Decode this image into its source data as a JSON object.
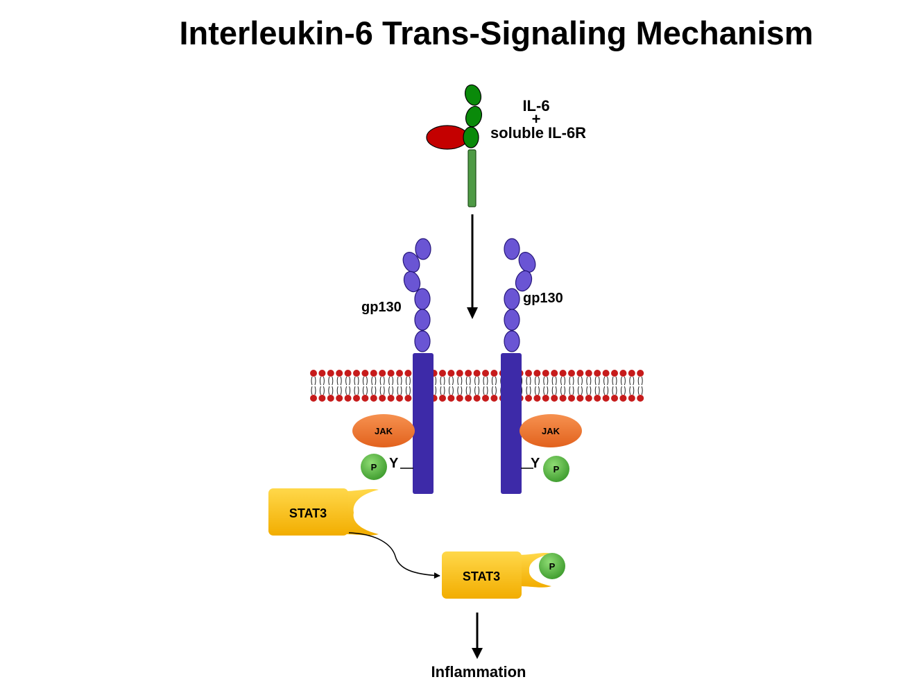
{
  "title": "Interleukin-6 Trans-Signaling Mechanism",
  "ligand": {
    "line1": "IL-6",
    "plus": "+",
    "line2": "soluble IL-6R"
  },
  "receptors": {
    "left_label": "gp130",
    "right_label": "gp130"
  },
  "kinases": {
    "left": "JAK",
    "right": "JAK"
  },
  "tyrosine": {
    "left": "Y",
    "right": "Y"
  },
  "phospho": {
    "left": "P",
    "right": "P",
    "stat": "P"
  },
  "stat": {
    "inactive": "STAT3",
    "active": "STAT3"
  },
  "outcome": "Inflammation",
  "colors": {
    "il6": "#0a8a0a",
    "il6r": "#c40000",
    "gp130_domain": "#6a55d4",
    "gp130_body": "#3d2aa8",
    "jak": "#ee7a33",
    "phosphate": "#4fb340",
    "stat": "#f5bc12",
    "lipid_head": "#c61b1b"
  }
}
